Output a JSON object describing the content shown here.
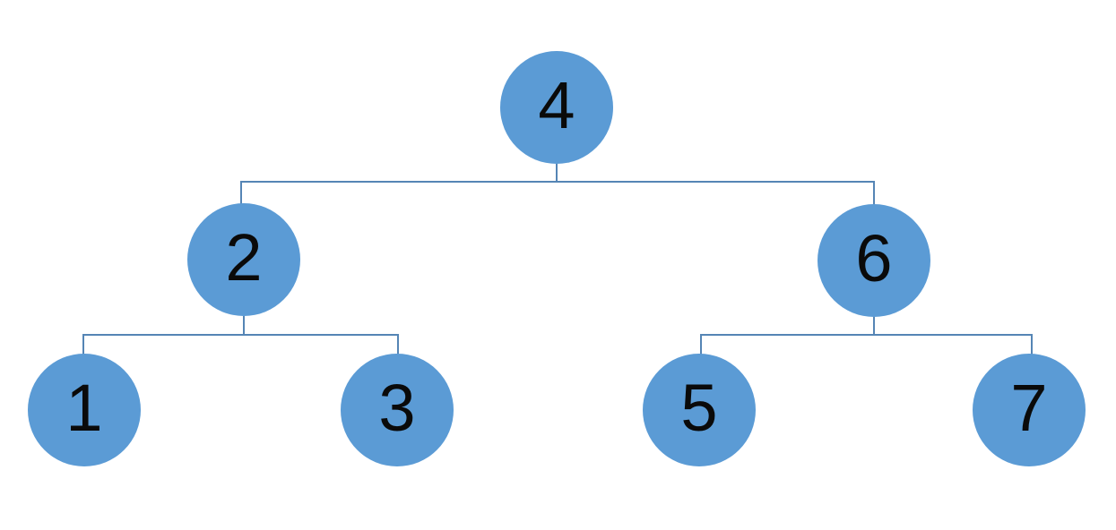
{
  "colors": {
    "node_fill": "#5B9BD5",
    "connector": "#5585B5",
    "label_color": "#0A0A0A",
    "background": "#FFFFFF"
  },
  "tree": {
    "type": "binary-tree",
    "nodes": [
      {
        "id": "4",
        "label": "4",
        "parent": null,
        "level": 0
      },
      {
        "id": "2",
        "label": "2",
        "parent": "4",
        "level": 1
      },
      {
        "id": "6",
        "label": "6",
        "parent": "4",
        "level": 1
      },
      {
        "id": "1",
        "label": "1",
        "parent": "2",
        "level": 2
      },
      {
        "id": "3",
        "label": "3",
        "parent": "2",
        "level": 2
      },
      {
        "id": "5",
        "label": "5",
        "parent": "6",
        "level": 2
      },
      {
        "id": "7",
        "label": "7",
        "parent": "6",
        "level": 2
      }
    ],
    "edges": [
      [
        "4",
        "2"
      ],
      [
        "4",
        "6"
      ],
      [
        "2",
        "1"
      ],
      [
        "2",
        "3"
      ],
      [
        "6",
        "5"
      ],
      [
        "6",
        "7"
      ]
    ]
  }
}
